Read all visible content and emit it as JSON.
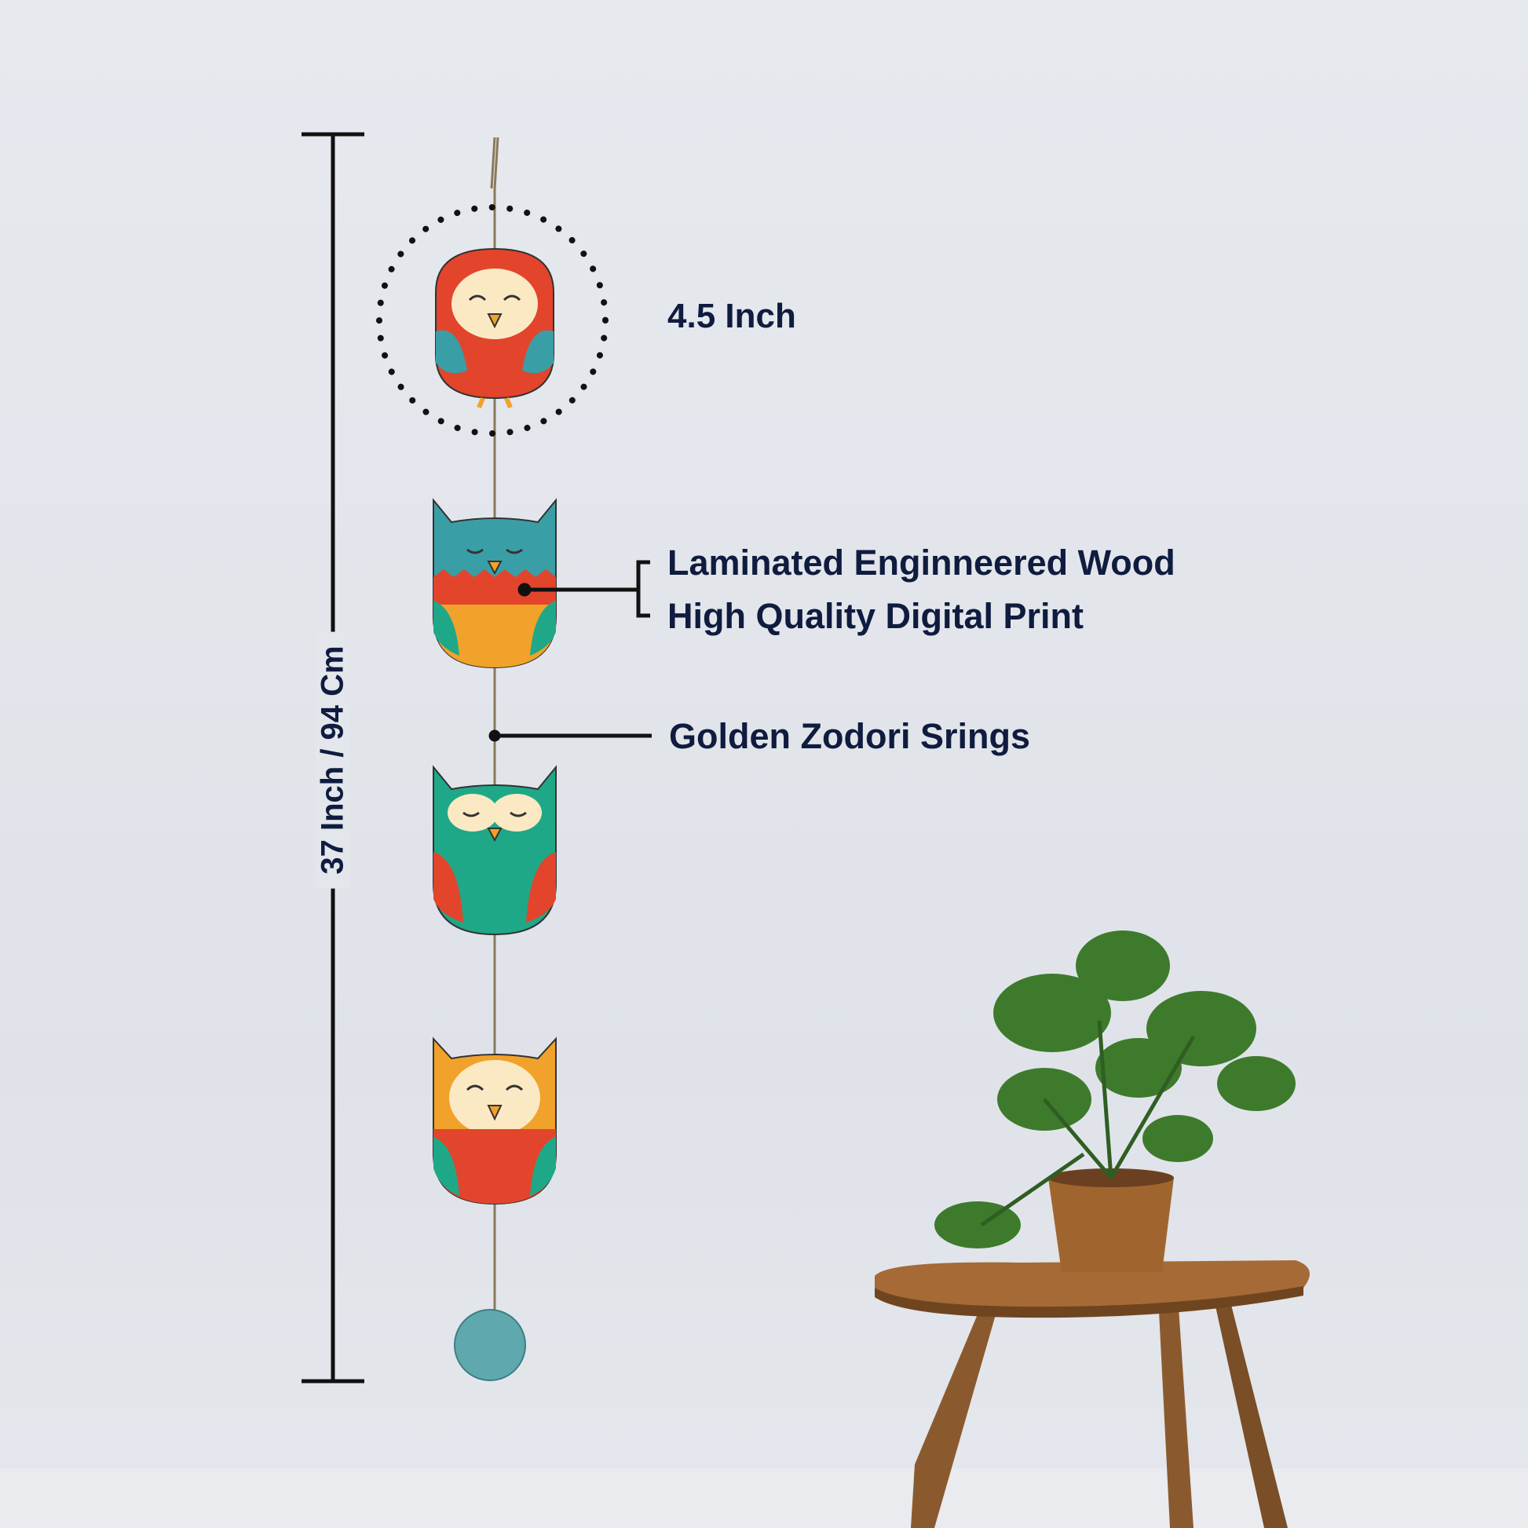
{
  "dimensions": {
    "height_label": "37 Inch / 94 Cm",
    "owl_size_label": "4.5 Inch"
  },
  "features": {
    "material": "Laminated Enginneered Wood",
    "print": "High Quality Digital Print",
    "strings": "Golden Zodori Srings"
  },
  "colors": {
    "text": "#0f1c3f",
    "background": "#e2e5eb",
    "owl_red": "#e2452c",
    "owl_teal": "#3a9ea6",
    "owl_green": "#1fa888",
    "owl_orange": "#f1a22a"
  }
}
